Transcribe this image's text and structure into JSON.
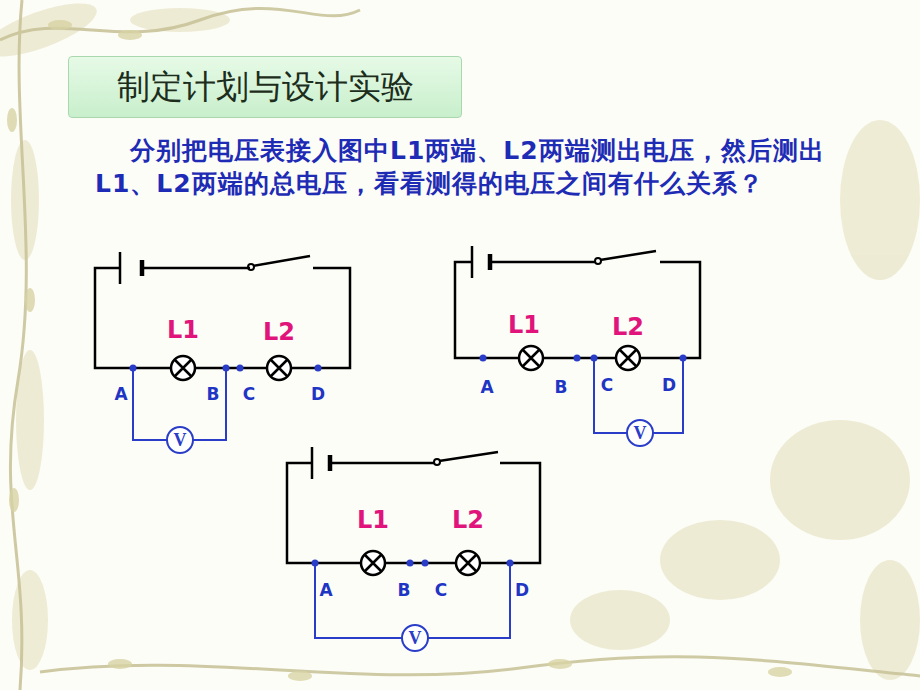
{
  "diagram": {
    "title": "制定计划与设计实验",
    "nodes": [
      {
        "text": [
          "V"
        ]
      },
      {
        "text": [
          "V"
        ]
      },
      {
        "text": [
          "V"
        ]
      }
    ],
    "labels": [
      "分别把电压表接入图中L1两端、L2两端测出电压，然后测出L1、L2两端的总电压，看看测得的电压之间有什么关系？",
      "L1",
      "L2",
      "A",
      "B",
      "C",
      "D",
      "L1",
      "L2",
      "A",
      "B",
      "C",
      "D",
      "L1",
      "L2",
      "A",
      "B",
      "C",
      "D"
    ]
  }
}
